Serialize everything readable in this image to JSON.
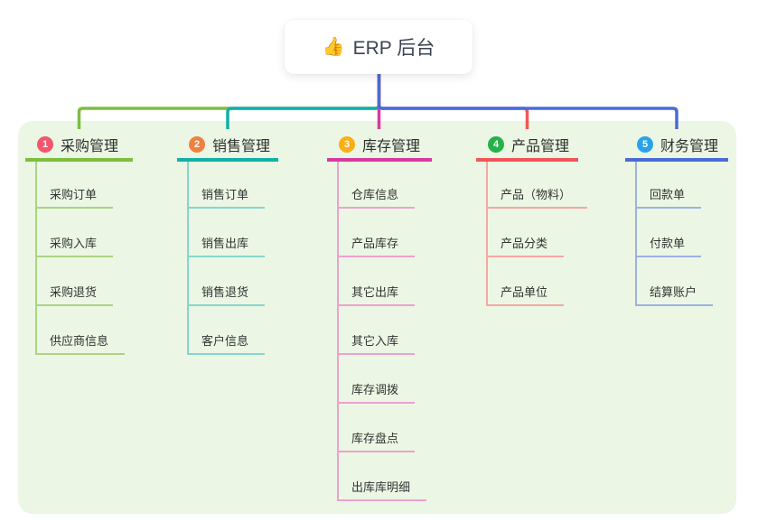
{
  "root": {
    "emoji": "👍",
    "label": "ERP 后台"
  },
  "canvas": {
    "background": "#ffffff",
    "panel_background": "#ebf7e4"
  },
  "root_connector_color": "#4a6cd6",
  "branches": [
    {
      "index": "1",
      "label": "采购管理",
      "badge_color": "#f3566d",
      "line_color": "#7ebe3f",
      "light_color": "#abd384",
      "children": [
        "采购订单",
        "采购入库",
        "采购退货",
        "供应商信息"
      ]
    },
    {
      "index": "2",
      "label": "销售管理",
      "badge_color": "#ef8140",
      "line_color": "#10b1a6",
      "light_color": "#86d6cf",
      "children": [
        "销售订单",
        "销售出库",
        "销售退货",
        "客户信息"
      ]
    },
    {
      "index": "3",
      "label": "库存管理",
      "badge_color": "#fbae15",
      "line_color": "#d83a9d",
      "light_color": "#efa0d0",
      "children": [
        "仓库信息",
        "产品库存",
        "其它出库",
        "其它入库",
        "库存调拨",
        "库存盘点",
        "出库库明细"
      ]
    },
    {
      "index": "4",
      "label": "产品管理",
      "badge_color": "#26b24b",
      "line_color": "#f25558",
      "light_color": "#f8a6a4",
      "children": [
        "产品（物料）",
        "产品分类",
        "产品单位"
      ]
    },
    {
      "index": "5",
      "label": "财务管理",
      "badge_color": "#29a3e8",
      "line_color": "#4a6cd6",
      "light_color": "#9db1e4",
      "children": [
        "回款单",
        "付款单",
        "结算账户"
      ]
    }
  ]
}
